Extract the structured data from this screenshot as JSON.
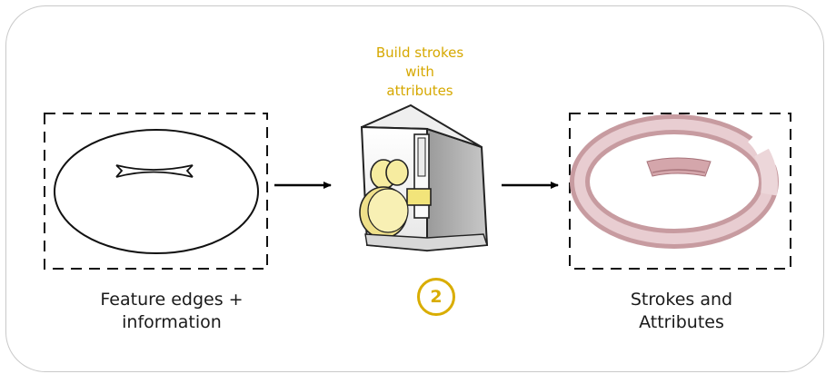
{
  "input_panel": {
    "caption_line1": "Feature edges +",
    "caption_line2": "information"
  },
  "process": {
    "label_line1": "Build strokes",
    "label_line2": "with",
    "label_line3": "attributes",
    "step_number": "2",
    "icon": "machine-icon"
  },
  "output_panel": {
    "caption_line1": "Strokes and",
    "caption_line2": "Attributes"
  },
  "colors": {
    "accent": "#d9ad00",
    "label_text": "#d6a800",
    "stroke_ring": "#c79ba0",
    "frame_border": "#c9c9c9"
  }
}
